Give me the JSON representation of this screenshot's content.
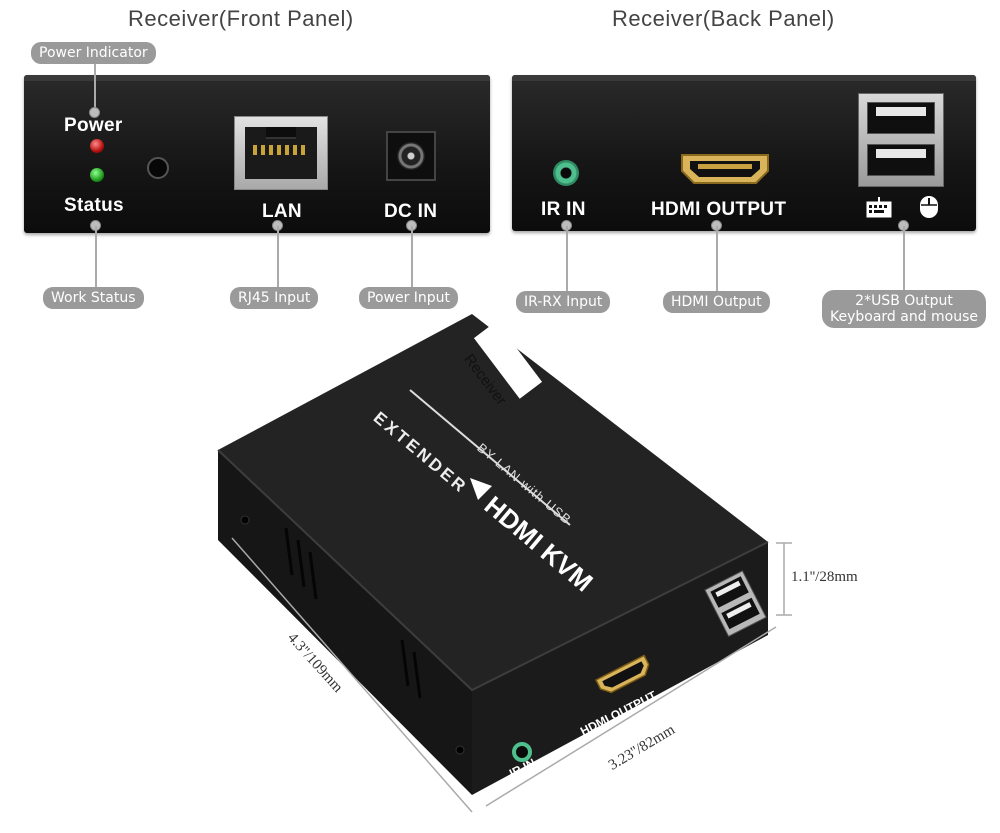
{
  "titles": {
    "front": "Receiver(Front Panel)",
    "back": "Receiver(Back Panel)"
  },
  "front_panel": {
    "labels": {
      "power": "Power",
      "status": "Status",
      "lan": "LAN",
      "dc_in": "DC IN"
    },
    "callouts": {
      "power_indicator": "Power Indicator",
      "work_status": "Work Status",
      "rj45_input": "RJ45 Input",
      "power_input": "Power Input"
    },
    "icons": [
      "red-led-icon",
      "green-led-icon",
      "reset-button-icon",
      "rj45-port-icon",
      "dc-jack-icon"
    ]
  },
  "back_panel": {
    "labels": {
      "ir_in": "IR IN",
      "hdmi_output": "HDMI OUTPUT"
    },
    "callouts": {
      "ir_rx_input": "IR-RX Input",
      "hdmi_output": "HDMI Output",
      "usb_output_line1": "2*USB Output",
      "usb_output_line2": "Keyboard and mouse"
    },
    "icons": [
      "ir-jack-icon",
      "hdmi-port-icon",
      "usb-port-icon",
      "keyboard-icon",
      "mouse-icon"
    ]
  },
  "device": {
    "sticker": "Receiver",
    "brand_main": "HDMI KVM",
    "brand_sub": "EXTENDER",
    "brand_tag": "BY LAN with USB",
    "side_labels": {
      "hdmi_output": "HDMI OUTPUT",
      "ir_in": "IR IN"
    },
    "dimensions": {
      "height": "1.1''/28mm",
      "length": "4.3''/109mm",
      "width": "3.23''/82mm"
    }
  },
  "colors": {
    "panel": "#151515",
    "pill": "#9a9a9a",
    "led_red": "#c01818",
    "led_green": "#22a022",
    "ir_jack": "#4fbf8e"
  }
}
